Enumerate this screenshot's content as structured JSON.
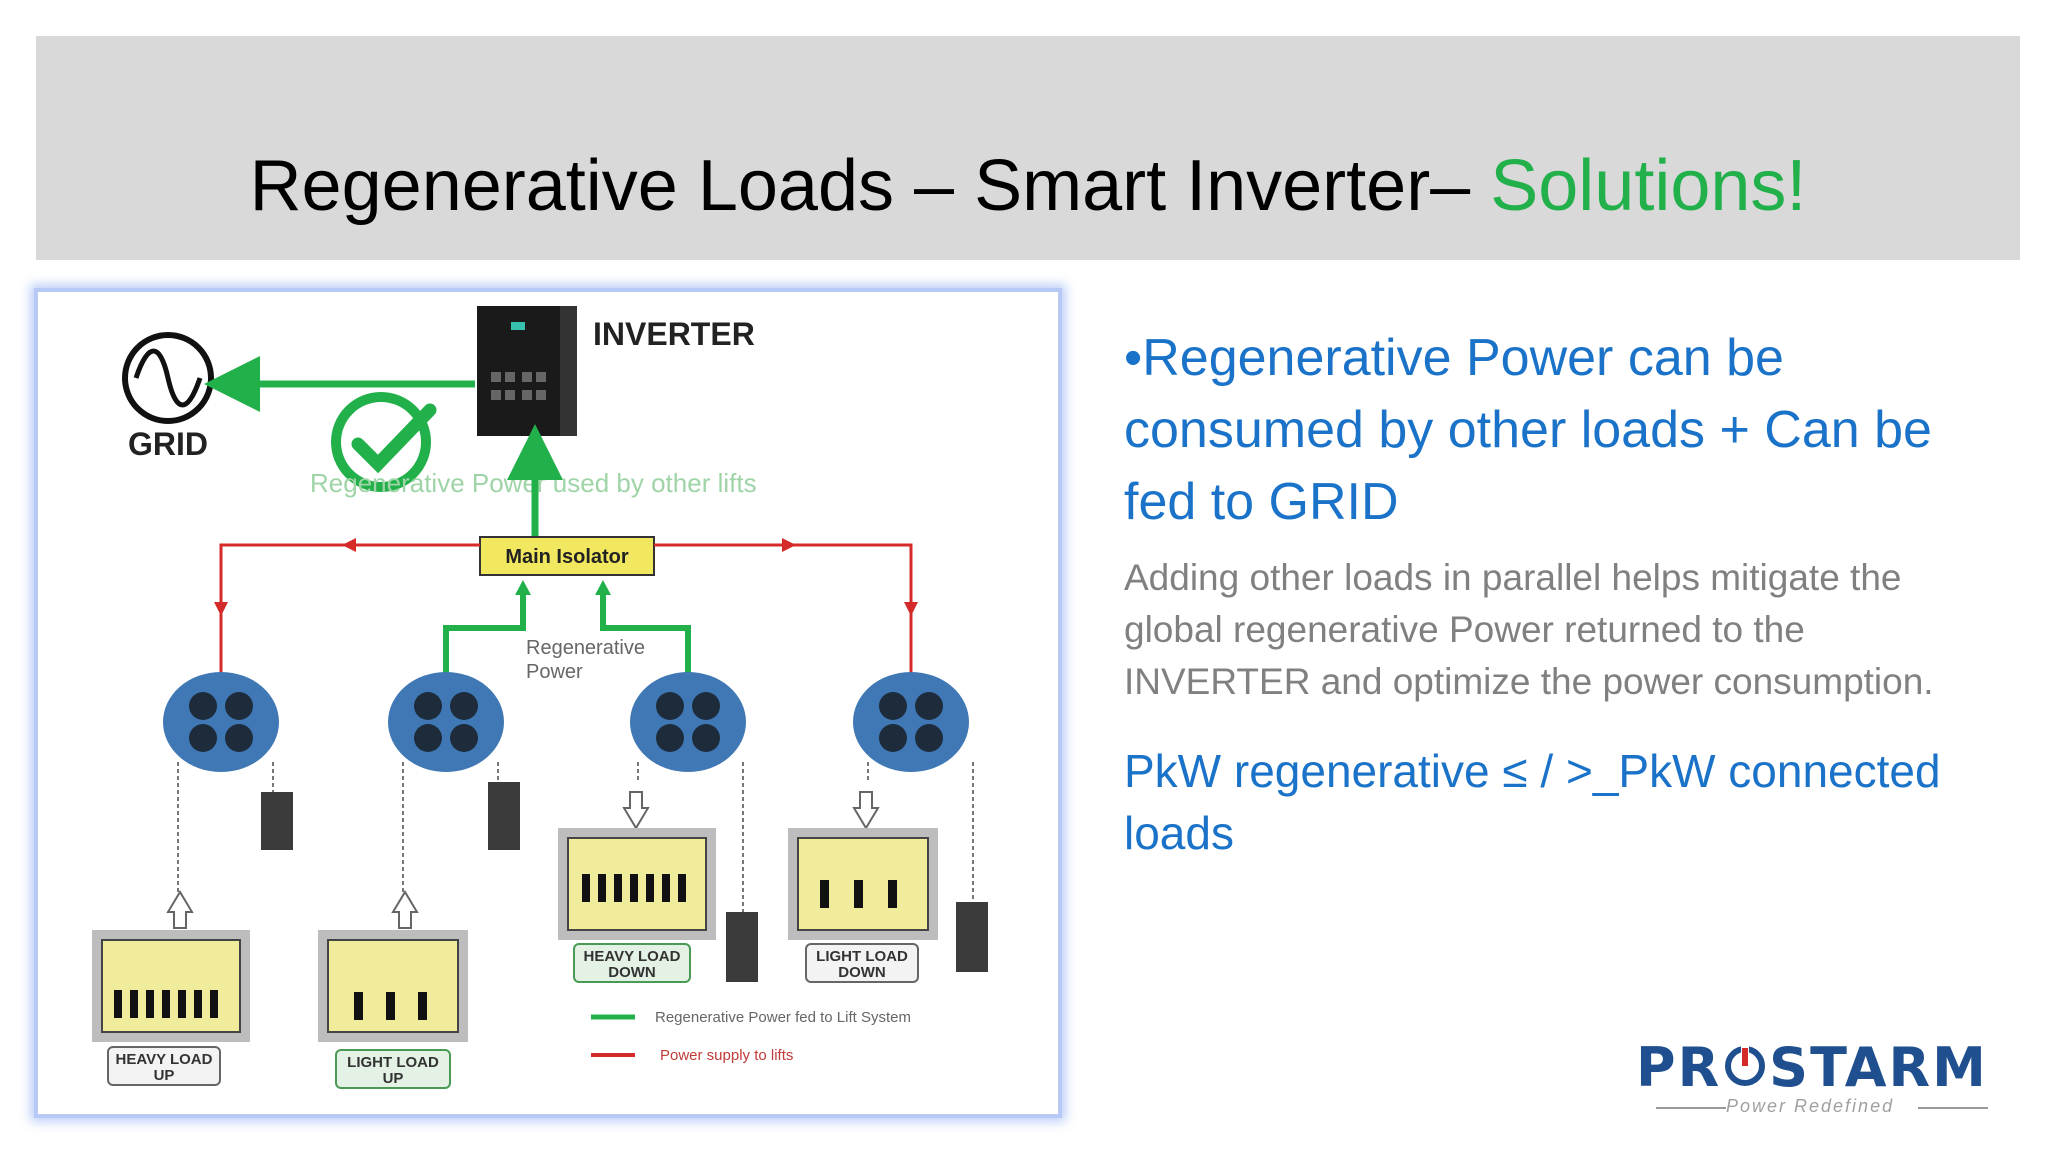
{
  "slide": {
    "title_main": "Regenerative Loads – Smart Inverter– ",
    "title_accent": "Solutions!",
    "accent_color": "#22b04b",
    "text_color_blue": "#1a73c8",
    "text_color_gray": "#808080"
  },
  "diagram": {
    "inverter_label": "INVERTER",
    "grid_label": "GRID",
    "regen_used_label": "Regenerative Power used by other lifts",
    "main_isolator_label": "Main Isolator",
    "regen_power_label_line1": "Regenerative",
    "regen_power_label_line2": "Power",
    "cars": [
      {
        "line1": "HEAVY LOAD",
        "line2": "UP"
      },
      {
        "line1": "LIGHT LOAD",
        "line2": "UP"
      },
      {
        "line1": "HEAVY LOAD",
        "line2": "DOWN"
      },
      {
        "line1": "LIGHT LOAD",
        "line2": "DOWN"
      }
    ],
    "legend": [
      {
        "label": "Regenerative Power fed to Lift System",
        "color": "#22b04b"
      },
      {
        "label": "Power supply to lifts",
        "color": "#d42a2a"
      }
    ],
    "icons": [
      "sine-wave-icon",
      "check-circle-icon",
      "inverter-cabinet-icon",
      "motor-icon",
      "counterweight-icon",
      "elevator-car-icon",
      "people-icon"
    ]
  },
  "content": {
    "bullet_marker": "•",
    "bullet_text": "Regenerative Power can be consumed by other  loads + Can be fed to GRID",
    "paragraph": "Adding other loads in parallel helps mitigate the global regenerative Power returned to the INVERTER and optimize the power consumption.",
    "formula": "PkW regenerative ≤ / >_PkW connected loads"
  },
  "logo": {
    "name_left": "PR",
    "name_right": "STARM",
    "tagline": "Power Redefined",
    "power_symbol_color": "#d42a2a"
  }
}
